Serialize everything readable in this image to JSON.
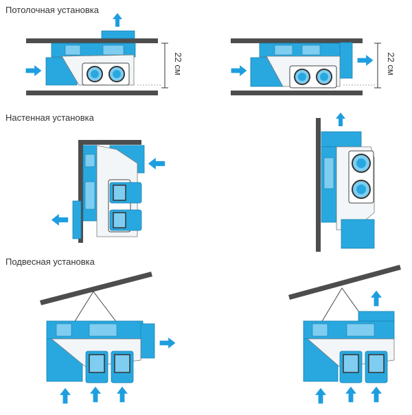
{
  "sections": {
    "ceiling": {
      "title": "Потолочная установка"
    },
    "wall": {
      "title": "Настенная установка"
    },
    "suspended": {
      "title": "Подвесная установка"
    }
  },
  "dimension": {
    "label": "22 см"
  },
  "colors": {
    "unit_blue": "#29a8df",
    "unit_blue_light": "#7fcdf0",
    "arrow_blue": "#1e9ee0",
    "structure_gray": "#4d4d4d",
    "unit_white": "#f2f6f8",
    "text": "#333333"
  }
}
